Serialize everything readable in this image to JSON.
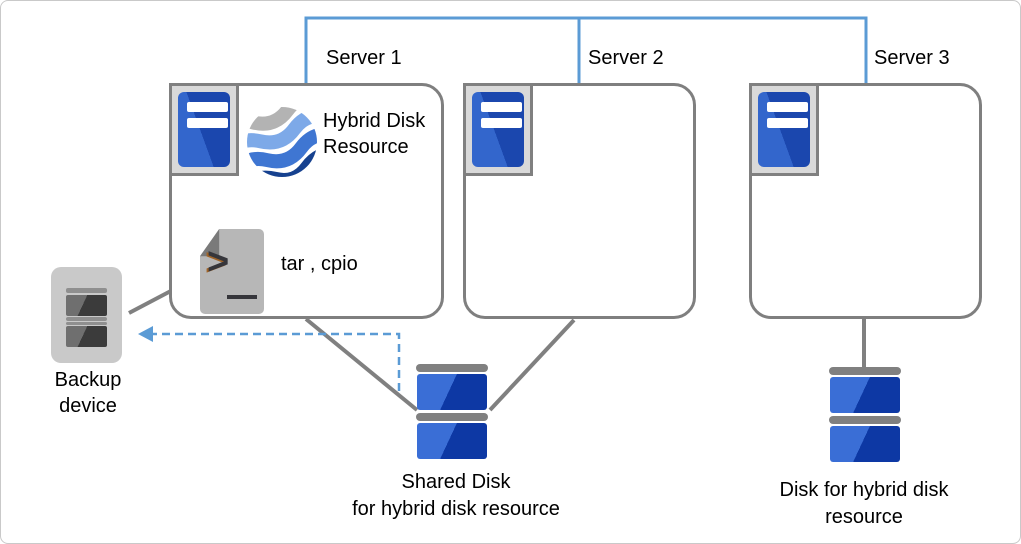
{
  "colors": {
    "accent_blue": "#5b9bd5",
    "connector_gray": "#808080",
    "box_border": "#7f7f7f",
    "server_blue_dark": "#1b47ae",
    "server_blue_light": "#3366cc",
    "disk_blue_light": "#3a6ed6",
    "disk_blue_dark": "#0d38a4",
    "frame_fill": "#d9d9d9",
    "file_gray": "#b7b7b7",
    "fold_gray": "#7a7a7a",
    "device_gray": "#c9c9c9",
    "panel_mid": "#6f6f6f",
    "panel_dark": "#3b3b3b",
    "text": "#000000"
  },
  "servers": [
    {
      "label": "Server 1"
    },
    {
      "label": "Server 2"
    },
    {
      "label": "Server 3"
    }
  ],
  "server1_contents": {
    "resource_label": "Hybrid Disk Resource",
    "backup_commands": "tar , cpio"
  },
  "backup_device": {
    "line1": "Backup",
    "line2": "device"
  },
  "shared_disk": {
    "line1": "Shared Disk",
    "line2": "for hybrid disk resource"
  },
  "hybrid_disk": {
    "line1": "Disk for hybrid disk",
    "line2": "resource"
  },
  "icons": {
    "server": "blue server chassis with two white slots in gray frame",
    "hybrid_resource": "sphere of gray and blue wave bands",
    "script_file": "gray document with folded corner, > prompt and underscore",
    "backup": "gray tape backup device with dark cartridge slots",
    "disk": "two stacked blue disk units with gray caps"
  }
}
